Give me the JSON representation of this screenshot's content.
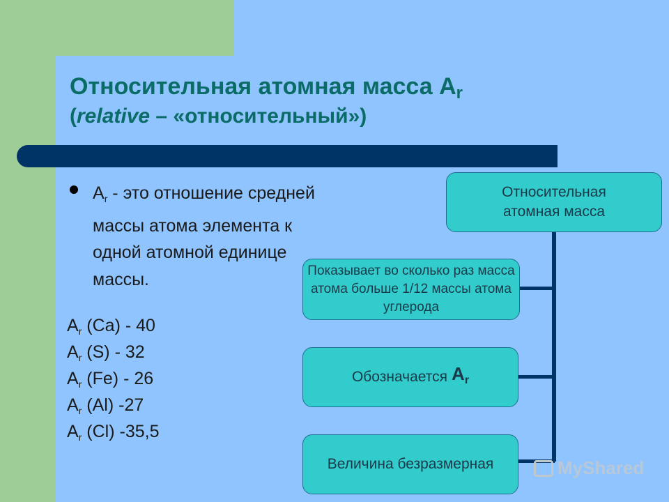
{
  "title": {
    "main": "Относительная атомная масса A",
    "sub": "r",
    "paren_open": "(",
    "italic": "relative",
    "rest": " – «относительный»)"
  },
  "definition": {
    "symbol": "A",
    "sub": "r",
    "text": " - это отношение средней массы атома элемента к одной атомной единице массы."
  },
  "examples": [
    {
      "symbol": "A",
      "sub": "r",
      "text": " (Ca) - 40"
    },
    {
      "symbol": "A",
      "sub": "r",
      "text": " (S) - 32"
    },
    {
      "symbol": "A",
      "sub": "r",
      "text": " (Fe) - 26"
    },
    {
      "symbol": "A",
      "sub": "r",
      "text": " (Al) -27"
    },
    {
      "symbol": "A",
      "sub": "r",
      "text": " (Cl) -35,5"
    }
  ],
  "diagram": {
    "root": "Относительная атомная масса",
    "item1": "Показывает во сколько раз масса атома больше 1/12 массы атома углерода",
    "item2_text": "Обозначается ",
    "item2_symbol": "A",
    "item2_sub": "r",
    "item3": "Величина безразмерная"
  },
  "watermark": "MyShared",
  "colors": {
    "background": "#8fc4ff",
    "accent_green": "#9fcd98",
    "title": "#0b6b66",
    "bar": "#003366",
    "box": "#33cccc"
  }
}
